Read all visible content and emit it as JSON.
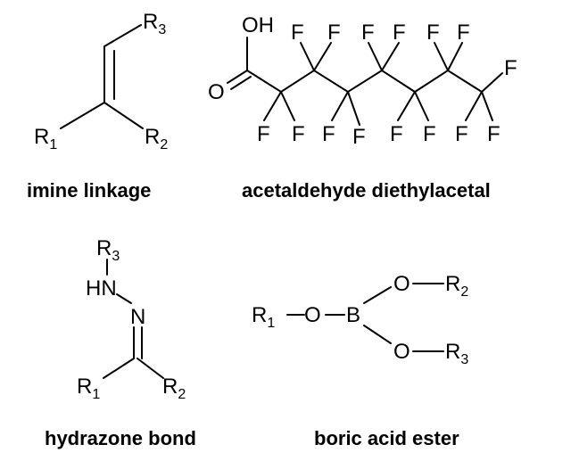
{
  "atoms": {
    "R": "R",
    "sub1": "1",
    "sub2": "2",
    "sub3": "3",
    "O": "O",
    "OH": "OH",
    "F": "F",
    "N": "N",
    "HN": "HN",
    "B": "B"
  },
  "captions": {
    "imine": "imine linkage",
    "acetal": "acetaldehyde diethylacetal",
    "hydrazone": "hydrazone bond",
    "boric": "boric acid ester"
  }
}
